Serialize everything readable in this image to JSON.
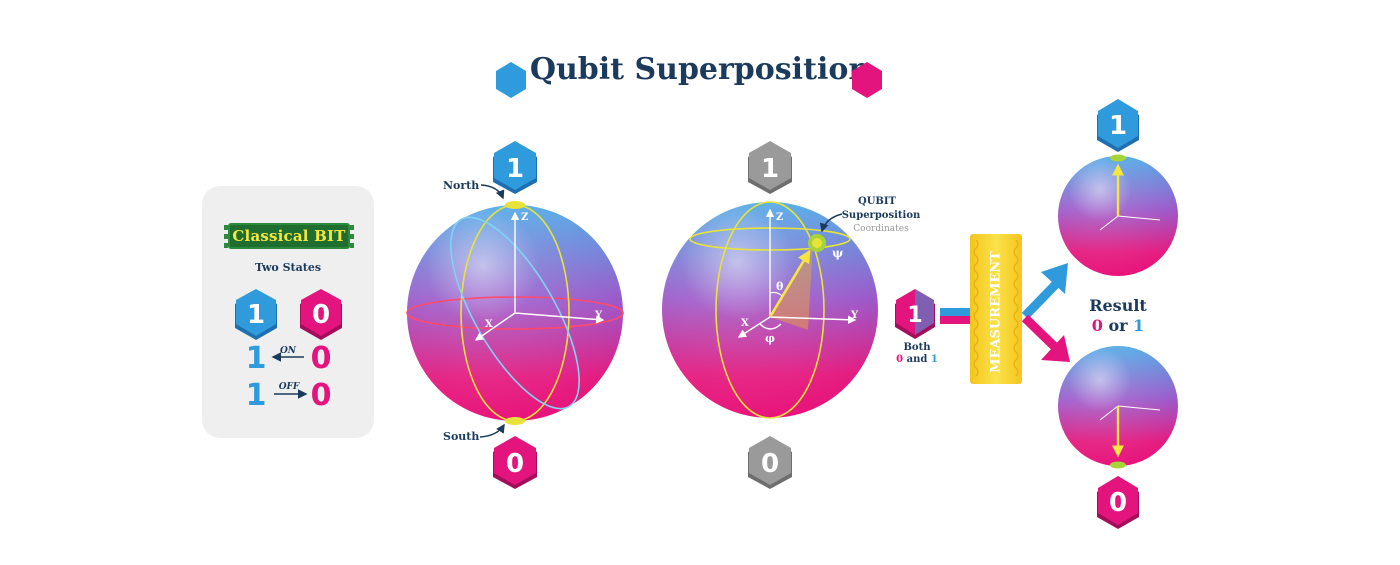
{
  "title": "Qubit Superposition",
  "classical": {
    "badge": "Classical BIT",
    "subtitle": "Two States",
    "state_one": "1",
    "state_zero": "0",
    "on_label": "ON",
    "off_label": "OFF"
  },
  "bloch": {
    "north_label": "North",
    "south_label": "South",
    "top_state": "1",
    "bottom_state": "0",
    "axis_x": "X",
    "axis_y": "Y",
    "axis_z": "Z"
  },
  "superposition": {
    "callout_line1": "QUBIT",
    "callout_line2": "Superposition",
    "callout_line3": "Coordinates",
    "psi": "ψ",
    "theta": "θ",
    "phi": "φ",
    "top_state": "1",
    "bottom_state": "0"
  },
  "measurement": {
    "qubit_label": "1",
    "both_line1": "Both",
    "both_zero": "0",
    "both_and": " and ",
    "both_one": "1",
    "device_label": "MEASUREMENT",
    "result_label": "Result",
    "result_zero": "0",
    "result_or": " or ",
    "result_one": "1",
    "outcome_top": "1",
    "outcome_bottom": "0"
  },
  "colors": {
    "blue": "#2f9bdc",
    "pink": "#e3147d",
    "navy": "#1b3a5c",
    "yellow": "#f5d327",
    "grey": "#9a9a9a"
  }
}
